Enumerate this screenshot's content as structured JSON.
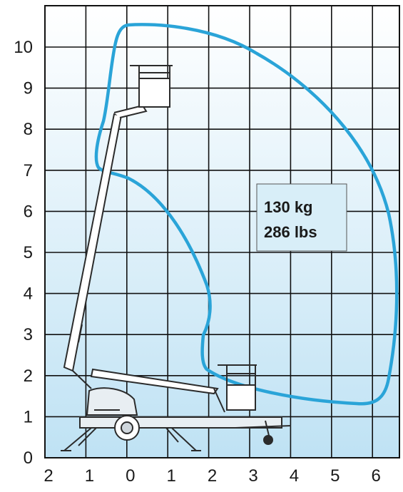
{
  "diagram": {
    "x_ticks": [
      "2",
      "1",
      "0",
      "1",
      "2",
      "3",
      "4",
      "5",
      "6"
    ],
    "y_ticks": [
      "0",
      "1",
      "2",
      "3",
      "4",
      "5",
      "6",
      "7",
      "8",
      "9",
      "10"
    ],
    "capacity": {
      "line1": "130 kg",
      "line2": "286 lbs"
    },
    "colors": {
      "envelope": "#2aa4d8",
      "grid": "#111111",
      "gradient_top": "#ffffff",
      "gradient_bottom": "#bfe2f4",
      "label_fill": "#d8eef8"
    }
  }
}
